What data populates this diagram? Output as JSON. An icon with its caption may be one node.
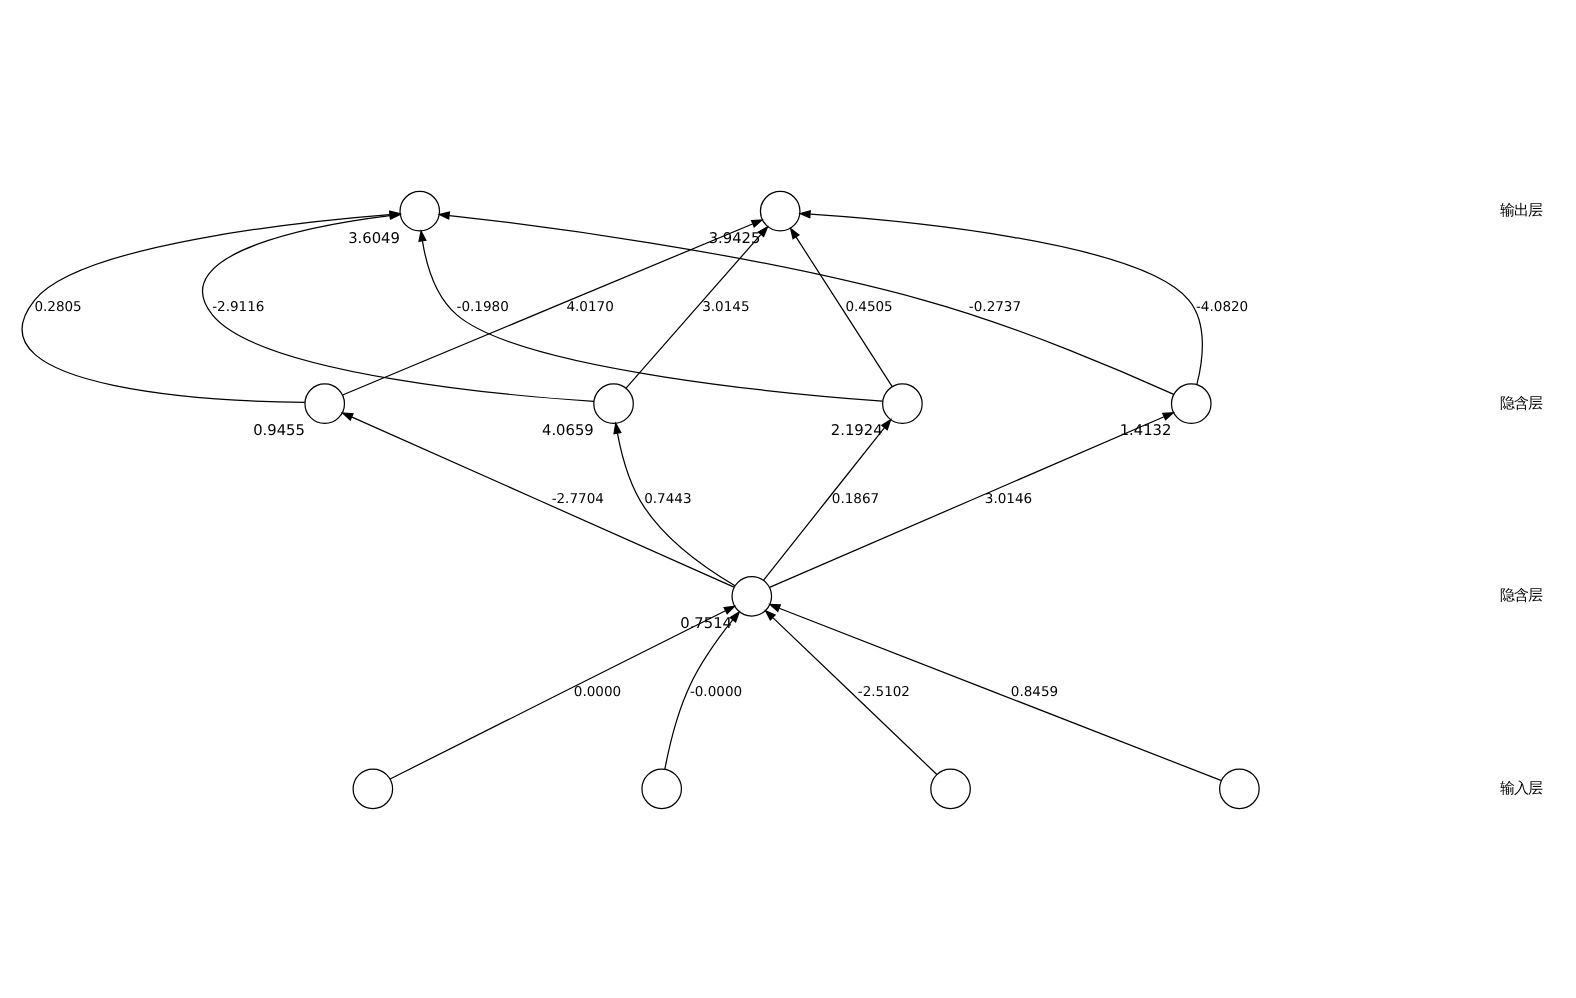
{
  "diagram": {
    "nodes": [
      {
        "text": [],
        "shape": "circle",
        "beside": [
          "3.6049"
        ]
      },
      {
        "text": [],
        "shape": "circle",
        "beside": [
          "3.9425"
        ]
      },
      {
        "text": [],
        "shape": "circle",
        "beside": [
          "0.9455"
        ]
      },
      {
        "text": [],
        "shape": "circle",
        "beside": [
          "4.0659"
        ]
      },
      {
        "text": [],
        "shape": "circle",
        "beside": [
          "2.1924"
        ]
      },
      {
        "text": [],
        "shape": "circle",
        "beside": [
          "1.4132"
        ]
      },
      {
        "text": [],
        "shape": "circle",
        "beside": [
          "0.7514"
        ]
      },
      {
        "text": [],
        "shape": "circle"
      },
      {
        "text": [],
        "shape": "circle"
      },
      {
        "text": [],
        "shape": "circle"
      },
      {
        "text": [],
        "shape": "circle"
      }
    ],
    "edges": [
      {
        "from": 7,
        "to": 6,
        "arrow": "to",
        "label": "0.0000"
      },
      {
        "from": 8,
        "to": 6,
        "arrow": "to",
        "label": "-0.0000"
      },
      {
        "from": 9,
        "to": 6,
        "arrow": "to",
        "label": "-2.5102"
      },
      {
        "from": 10,
        "to": 6,
        "arrow": "to",
        "label": "0.8459"
      },
      {
        "from": 6,
        "to": 2,
        "arrow": "to",
        "label": "-2.7704"
      },
      {
        "from": 6,
        "to": 3,
        "arrow": "to",
        "label": "0.7443"
      },
      {
        "from": 6,
        "to": 4,
        "arrow": "to",
        "label": "0.1867"
      },
      {
        "from": 6,
        "to": 5,
        "arrow": "to",
        "label": "3.0146"
      },
      {
        "from": 2,
        "to": 0,
        "arrow": "to",
        "label": "0.2805"
      },
      {
        "from": 2,
        "to": 1,
        "arrow": "to",
        "label": "4.0170"
      },
      {
        "from": 3,
        "to": 0,
        "arrow": "to",
        "label": "-2.9116"
      },
      {
        "from": 3,
        "to": 1,
        "arrow": "to",
        "label": "3.0145"
      },
      {
        "from": 4,
        "to": 0,
        "arrow": "to",
        "label": "-0.1980"
      },
      {
        "from": 4,
        "to": 1,
        "arrow": "to",
        "label": "0.4505"
      },
      {
        "from": 5,
        "to": 0,
        "arrow": "to",
        "label": "-0.2737"
      },
      {
        "from": 5,
        "to": 1,
        "arrow": "to",
        "label": "-4.0820"
      }
    ],
    "labels": [
      "输出层",
      "隐含层",
      "隐含层",
      "输入层"
    ]
  }
}
